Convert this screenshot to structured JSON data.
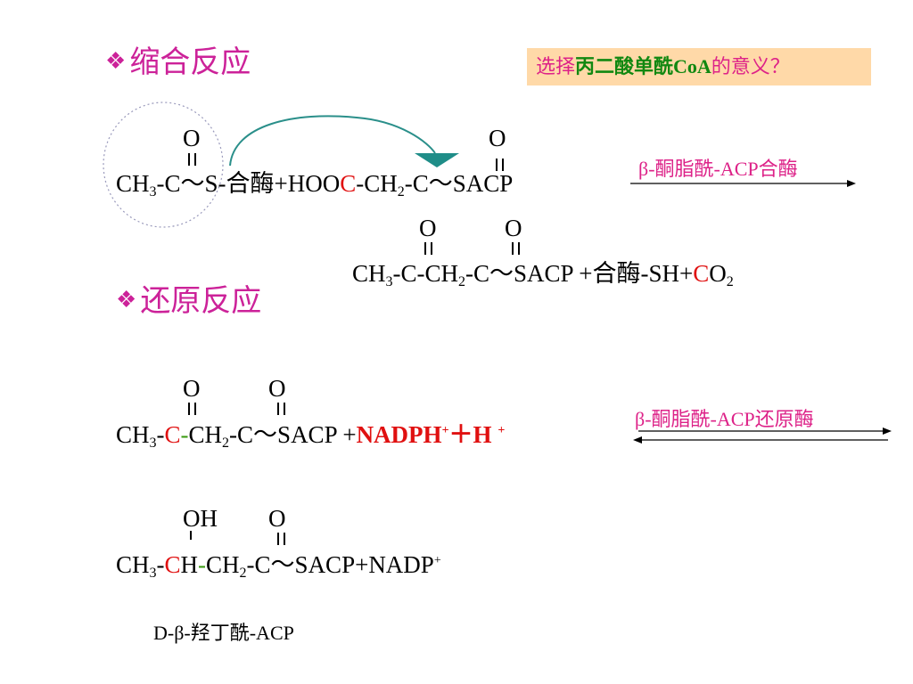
{
  "headings": {
    "condensation": "缩合反应",
    "reduction": "还原反应",
    "bullet_icon": "diamond-cluster-icon"
  },
  "note": {
    "prefix": "选择",
    "emphasis": "丙二酸单酰CoA",
    "suffix": "的意义？"
  },
  "reaction1": {
    "o1": "O",
    "o2": "O",
    "left_text": "CH",
    "left_sub": "3",
    "left_rest": "-C～S-合酶+HOO",
    "red_c": "C",
    "mid_text": "-CH",
    "mid_sub": "2",
    "end_text": "-C～SACP",
    "enzyme": "β-酮脂酰-ACP合酶"
  },
  "product1": {
    "o1": "O",
    "o2": "O",
    "a": "CH",
    "a_sub": "3",
    "b": "-C-CH",
    "b_sub": "2",
    "c": "-C～SACP  +合酶-SH+",
    "red_c": "C",
    "d": "O",
    "d_sub": "2"
  },
  "reaction2": {
    "o1": "O",
    "o2": "O",
    "a": "CH",
    "a_sub": "3",
    "dash1": "-",
    "red_c": "C",
    "green_dash": "-",
    "b": "CH",
    "b_sub": "2",
    "c": "-C～SACP  +",
    "nadph": "NADPH",
    "nadph_sup": "+",
    "plus_h": "＋H ",
    "h_sup": "+",
    "enzyme": "β-酮脂酰-ACP还原酶"
  },
  "product2": {
    "oh": "OH",
    "o": "O",
    "a": "CH",
    "a_sub": "3",
    "dash1": "-",
    "red_c": "C",
    "b": "H",
    "green_dash": "-",
    "c": "CH",
    "c_sub": "2",
    "d": "-C～SACP+NADP",
    "d_sup": "+",
    "name": "D-β-羟丁酰-ACP"
  }
}
